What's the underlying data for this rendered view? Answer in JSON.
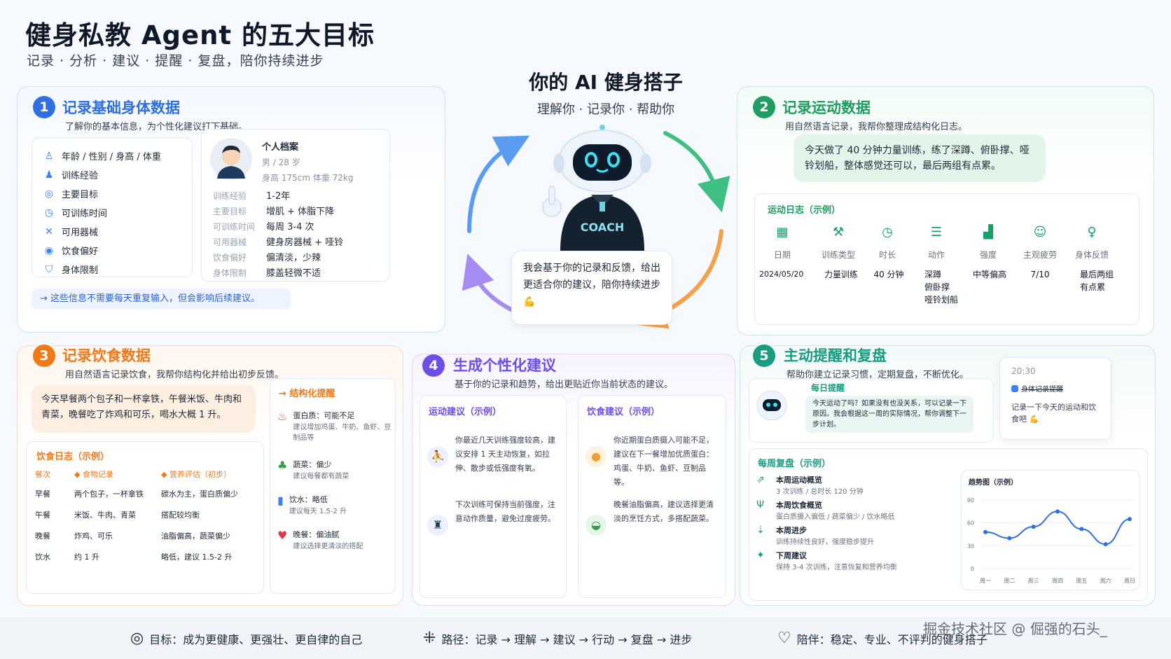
{
  "header": {
    "title": "健身私教 Agent 的五大目标",
    "subtitle": "记录 · 分析 · 建议 · 提醒 · 复盘，陪你持续进步"
  },
  "center": {
    "title": "你的 AI 健身搭子",
    "subtitle": "理解你 · 记录你 · 帮助你",
    "robot_label": "COACH",
    "bubble": "我会基于你的记录和反馈，给出更适合你的建议，陪你持续进步 💪"
  },
  "colors": {
    "blue": "#2f6fe0",
    "green": "#1f9d63",
    "orange": "#f07a1a",
    "purple": "#6d4ee6",
    "teal": "#1a9c80"
  },
  "section1": {
    "num": "1",
    "title": "记录基础身体数据",
    "desc": "了解你的基本信息，为个性化建议打下基础。",
    "items": [
      {
        "icon": "person-icon",
        "label": "年龄 / 性别 / 身高 / 体重"
      },
      {
        "icon": "user-icon",
        "label": "训练经验"
      },
      {
        "icon": "target-icon",
        "label": "主要目标"
      },
      {
        "icon": "clock-icon",
        "label": "可训练时间"
      },
      {
        "icon": "dumbbell-icon",
        "label": "可用器械"
      },
      {
        "icon": "food-icon",
        "label": "饮食偏好"
      },
      {
        "icon": "shield-icon",
        "label": "身体限制"
      }
    ],
    "profile": {
      "heading": "个人档案",
      "gender_age": "男 / 28 岁",
      "height_weight": "身高 175cm    体重 72kg",
      "rows": [
        {
          "k": "训练经验",
          "v": "1-2年"
        },
        {
          "k": "主要目标",
          "v": "增肌 + 体脂下降"
        },
        {
          "k": "可训练时间",
          "v": "每周 3-4 次"
        },
        {
          "k": "可用器械",
          "v": "健身房器械 + 哑铃"
        },
        {
          "k": "饮食偏好",
          "v": "偏清淡，少辣"
        },
        {
          "k": "身体限制",
          "v": "膝盖轻微不适"
        }
      ]
    },
    "note": "这些信息不需要每天重复输入，但会影响后续建议。"
  },
  "section2": {
    "num": "2",
    "title": "记录运动数据",
    "desc": "用自然语言记录，我帮你整理成结构化日志。",
    "bubble": "今天做了 40 分钟力量训练，练了深蹲、俯卧撑、哑铃划船，整体感觉还可以，最后两组有点累。",
    "log_title": "运动日志（示例）",
    "columns": [
      {
        "icon": "calendar-icon",
        "glyph": "▦",
        "head": "日期",
        "val": "2024/05/20"
      },
      {
        "icon": "dumbbell-icon",
        "glyph": "⚒",
        "head": "训练类型",
        "val": "力量训练"
      },
      {
        "icon": "clock-icon",
        "glyph": "◷",
        "head": "时长",
        "val": "40 分钟"
      },
      {
        "icon": "list-icon",
        "glyph": "☰",
        "head": "动作",
        "val": "深蹲\n俯卧撑\n哑铃划船"
      },
      {
        "icon": "bar-chart-icon",
        "glyph": "▟",
        "head": "强度",
        "val": "中等偏高"
      },
      {
        "icon": "smile-icon",
        "glyph": "☺",
        "head": "主观疲劳",
        "val": "7/10"
      },
      {
        "icon": "body-icon",
        "glyph": "♀",
        "head": "身体反馈",
        "val": "最后两组\n有点累"
      }
    ]
  },
  "section3": {
    "num": "3",
    "title": "记录饮食数据",
    "desc": "用自然语言记录饮食，我帮你结构化并给出初步反馈。",
    "bubble": "今天早餐两个包子和一杯拿铁，午餐米饭、牛肉和青菜，晚餐吃了炸鸡和可乐，喝水大概 1 升。",
    "log_title": "饮食日志（示例）",
    "table_head": [
      "餐次",
      "◆ 食物记录",
      "◆ 营养评估（初步）"
    ],
    "rows": [
      [
        "早餐",
        "两个包子，一杯拿铁",
        "碳水为主，蛋白质偏少"
      ],
      [
        "午餐",
        "米饭、牛肉、青菜",
        "搭配较均衡"
      ],
      [
        "晚餐",
        "炸鸡、可乐",
        "油脂偏高，蔬菜偏少"
      ],
      [
        "饮水",
        "约 1 升",
        "略低，建议 1.5-2 升"
      ]
    ],
    "tips_title": "结构化提醒",
    "tips": [
      {
        "icon": "meat-icon",
        "glyph": "🍗",
        "t": "蛋白质：可能不足",
        "d": "建议增加鸡蛋、牛奶、鱼虾、豆制品等"
      },
      {
        "icon": "vegetable-icon",
        "glyph": "🥦",
        "t": "蔬菜：偏少",
        "d": "建议每餐都有蔬菜"
      },
      {
        "icon": "water-icon",
        "glyph": "🥤",
        "t": "饮水：略低",
        "d": "建议每天 1.5-2 升"
      },
      {
        "icon": "heart-icon",
        "glyph": "❤",
        "t": "晚餐：偏油腻",
        "d": "建议选择更清淡的搭配"
      }
    ]
  },
  "section4": {
    "num": "4",
    "title": "生成个性化建议",
    "desc": "基于你的记录和趋势，给出更贴近你当前状态的建议。",
    "sport_title": "运动建议（示例）",
    "sport": [
      {
        "icon": "running-icon",
        "glyph": "🏃",
        "text": "你最近几天训练强度较高，建议安排 1 天主动恢复，如拉伸、散步或低强度有氧。"
      },
      {
        "icon": "standing-icon",
        "glyph": "🧍",
        "text": "下次训练可保持当前强度，注意动作质量，避免过度疲劳。"
      }
    ],
    "diet_title": "饮食建议（示例）",
    "diet": [
      {
        "icon": "egg-icon",
        "glyph": "🥚",
        "text": "你近期蛋白质摄入可能不足，建议在下一餐增加优质蛋白：鸡蛋、牛奶、鱼虾、豆制品等。"
      },
      {
        "icon": "salad-icon",
        "glyph": "🥗",
        "text": "晚餐油脂偏高，建议选择更清淡的烹饪方式，多搭配蔬菜。"
      }
    ]
  },
  "section5": {
    "num": "5",
    "title": "主动提醒和复盘",
    "desc": "帮助你建立记录习惯，定期复盘，不断优化。",
    "daily_title": "每日提醒",
    "daily_text": "今天运动了吗？如果没有也没关系，可以记录一下原因。我会根据这一周的实际情况，帮你调整下一步计划。",
    "phone_time": "20:30",
    "phone_app": "身体记录提醒",
    "phone_text": "记录一下今天的运动和饮食吧 💪",
    "weekly_title": "每周复盘（示例）",
    "weekly": [
      {
        "icon": "trend-icon",
        "glyph": "⇗",
        "t": "本周运动概览",
        "d": "3 次训练 / 总时长 120 分钟"
      },
      {
        "icon": "fork-icon",
        "glyph": "Ψ",
        "t": "本周饮食概览",
        "d": "蛋白质摄入偏低 / 蔬菜偏少 / 饮水略低"
      },
      {
        "icon": "arrow-down-icon",
        "glyph": "⇣",
        "t": "本周进步",
        "d": "训练持续性良好，强度稳步提升"
      },
      {
        "icon": "bulb-icon",
        "glyph": "✦",
        "t": "下周建议",
        "d": "保持 3-4 次训练，注意恢复和营养均衡"
      }
    ]
  },
  "chart_data": {
    "type": "line",
    "title": "趋势图（示例）",
    "categories": [
      "周一",
      "周二",
      "周三",
      "周四",
      "周五",
      "周六",
      "周日"
    ],
    "values": [
      48,
      40,
      55,
      75,
      52,
      32,
      65
    ],
    "yticks": [
      "0",
      "30",
      "60",
      "90"
    ],
    "ylim": [
      0,
      90
    ],
    "color": "#2f6fe0"
  },
  "footer": {
    "goal": "目标：成为更健康、更强壮、更自律的自己",
    "path": "路径：记录 → 理解 → 建议 → 行动 → 复盘 → 进步",
    "company": "陪伴：稳定、专业、不评判的健身搭子",
    "watermark": "掘金技术社区 @ 倔强的石头_"
  }
}
